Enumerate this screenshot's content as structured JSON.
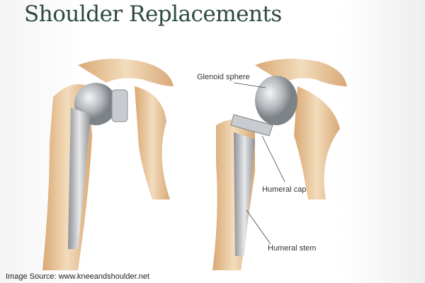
{
  "slide": {
    "title": "Shoulder Replacements",
    "labels": {
      "glenoid_sphere": "Glenoid sphere",
      "humeral_cap": "Humeral cap",
      "humeral_stem": "Humeral stem"
    },
    "source": "Image Source: www.kneeandshoulder.net"
  },
  "colors": {
    "title": "#2d4a3c",
    "bone": "#e8c9a0",
    "metal": "#b8bcc0"
  }
}
